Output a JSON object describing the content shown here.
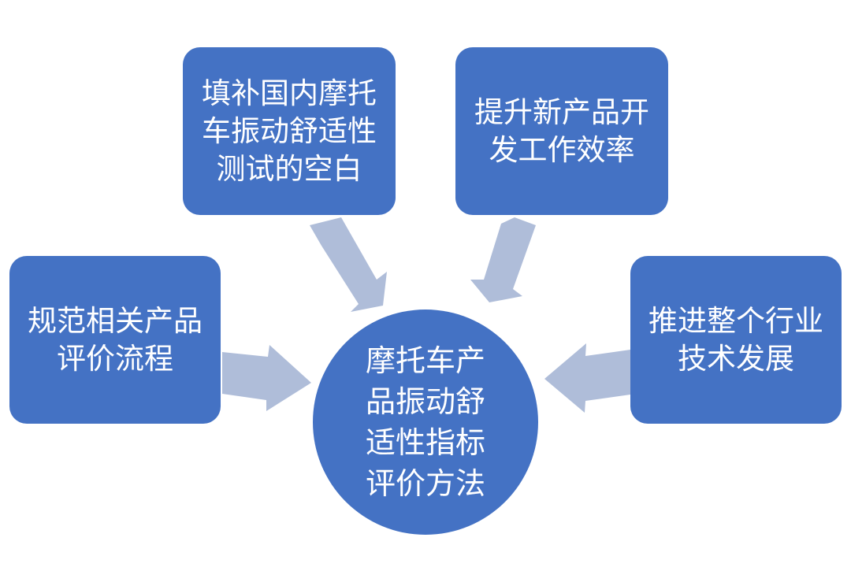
{
  "colors": {
    "box_fill": "#4472c4",
    "arrow_fill": "#afbdd9",
    "text": "#ffffff"
  },
  "center": {
    "label": "摩托车产\n品振动舒\n适性指标\n评价方法"
  },
  "boxes": {
    "top_left": "填补国内摩托\n车振动舒适性\n测试的空白",
    "top_right": "提升新产品开\n发工作效率",
    "left": "规范相关产品\n评价流程",
    "right": "推进整个行业\n技术发展"
  }
}
